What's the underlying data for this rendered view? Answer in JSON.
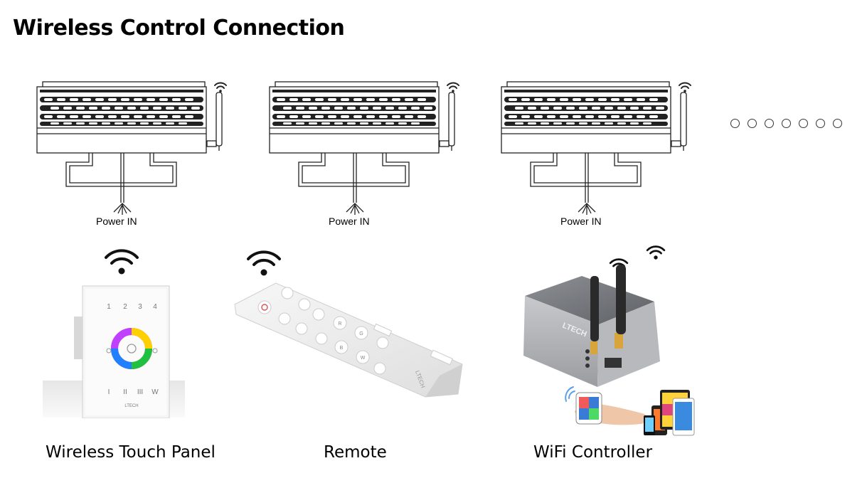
{
  "title": "Wireless Control Connection",
  "drivers": [
    {
      "power_label": "Power IN"
    },
    {
      "power_label": "Power IN"
    },
    {
      "power_label": "Power IN"
    }
  ],
  "devices": [
    {
      "label": "Wireless Touch Panel",
      "icon": "touch-panel"
    },
    {
      "label": "Remote",
      "icon": "remote-control"
    },
    {
      "label": "WiFi Controller",
      "icon": "wifi-controller"
    }
  ],
  "touch_panel": {
    "brand": "LTECH",
    "zone_labels": [
      "1",
      "2",
      "3",
      "4"
    ],
    "bottom_labels": [
      "I",
      "II",
      "III",
      "W"
    ]
  },
  "remote": {
    "brand": "LTECH",
    "buttons": [
      "R",
      "G",
      "B",
      "W"
    ]
  },
  "wifi_controller": {
    "brand": "LTECH"
  },
  "colors": {
    "ink": "#222222",
    "panel_bg": "#f4f4f4",
    "remote_bg": "#efefef",
    "controller_body": "#a9acb0",
    "antenna": "#2a2a2a",
    "connector_gold": "#c79a3c"
  }
}
